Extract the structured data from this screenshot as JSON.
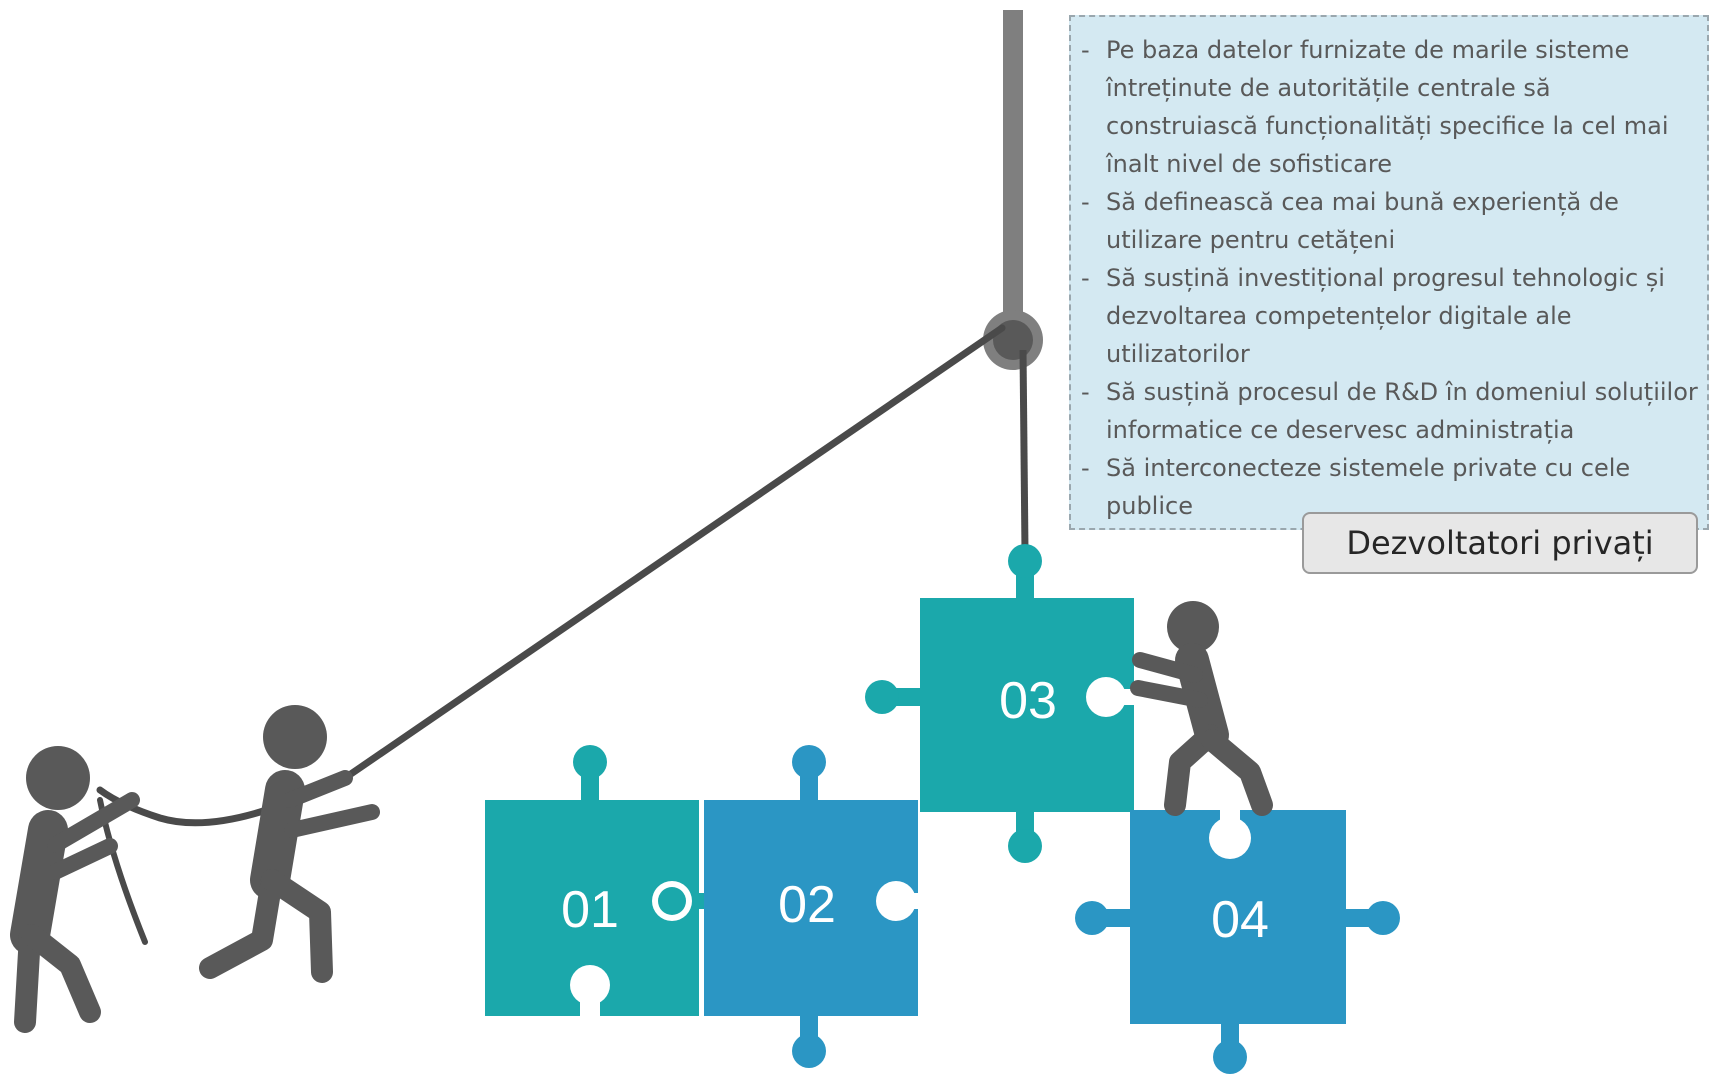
{
  "info": {
    "items": [
      {
        "text": "Pe baza datelor furnizate de marile sisteme întreținute de autoritățile centrale să construiască funcționalități specifice la cel mai înalt nivel de sofisticare"
      },
      {
        "text": "Să definească cea mai bună experiență de utilizare pentru cetățeni"
      },
      {
        "text": "Să susțină investițional progresul tehnologic și dezvoltarea competențelor digitale ale utilizatorilor"
      },
      {
        "text": "Să susțină procesul de R&D în domeniul soluțiilor informatice ce deservesc administrația"
      },
      {
        "text": "Să interconecteze sistemele private cu cele publice"
      }
    ]
  },
  "role_label": "Dezvoltatori privați",
  "pieces": [
    {
      "label": "01",
      "color": "#1ba8ab"
    },
    {
      "label": "02",
      "color": "#2b96c4"
    },
    {
      "label": "03",
      "color": "#1ba8ab"
    },
    {
      "label": "04",
      "color": "#2b96c4"
    }
  ],
  "colors": {
    "figure": "#595959",
    "pole": "#7f7f7f",
    "rope": "#4a4a4a",
    "box_fill": "#d4e9f2"
  }
}
